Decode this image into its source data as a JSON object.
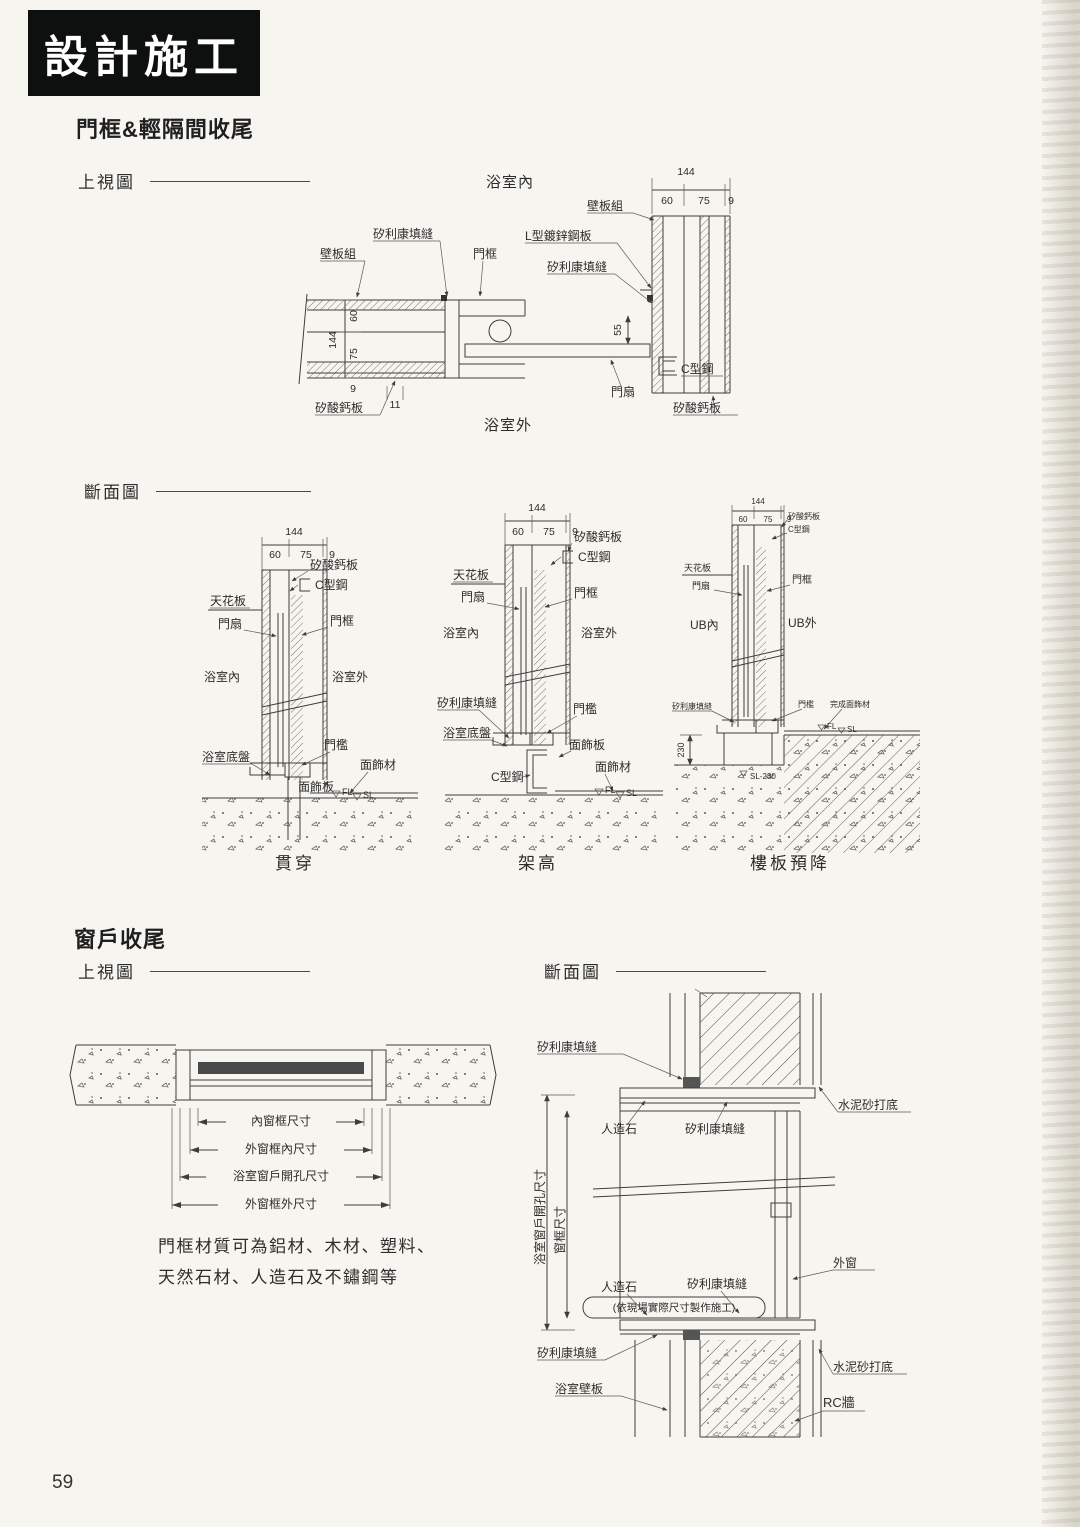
{
  "header": {
    "title": "設計施工"
  },
  "page": {
    "number": "59"
  },
  "terms": {
    "bathroom_in": "浴室內",
    "bathroom_out": "浴室外",
    "wall_panel": "壁板組",
    "silicone": "矽利康填縫",
    "door_frame": "門框",
    "door_leaf": "門扇",
    "l_plate": "L型鍍鋅鋼板",
    "calcium_board": "矽酸鈣板",
    "c_steel": "C型鋼",
    "ceiling": "天花板",
    "threshold": "門檻",
    "base_pan": "浴室底盤",
    "finish_material": "面飾材",
    "finish_board": "面飾板",
    "fl": "FL",
    "sl": "SL",
    "ub_in": "UB內",
    "ub_out": "UB外",
    "finish_surface": "完成面飾材",
    "sl_230": "SL-230",
    "artificial_stone": "人造石",
    "cement_base": "水泥砂打底",
    "outer_window": "外窗",
    "rc_wall": "RC牆",
    "bathroom_wall_panel": "浴室壁板"
  },
  "dims": {
    "d144": "144",
    "d60": "60",
    "d75": "75",
    "d9": "9",
    "d11": "11",
    "d55": "55",
    "d230": "230"
  },
  "door_section": {
    "title": "門框&輕隔間收尾",
    "top_view_label": "上視圖",
    "section_label": "斷面圖",
    "captions": {
      "c1": "貫穿",
      "c2": "架高",
      "c3": "樓板預降"
    }
  },
  "window_section": {
    "title": "窗戶收尾",
    "top_view_label": "上視圖",
    "section_label": "斷面圖",
    "dims": {
      "inner_frame": "內窗框尺寸",
      "outer_frame_inner": "外窗框內尺寸",
      "opening": "浴室窗戶開孔尺寸",
      "frame_size": "窗框尺寸",
      "outer_frame_outer": "外窗框外尺寸"
    },
    "note1": "門框材質可為鋁材、木材、塑料、",
    "note2": "天然石材、人造石及不鏽鋼等",
    "site_note": "(依現場實際尺寸製作施工)"
  }
}
